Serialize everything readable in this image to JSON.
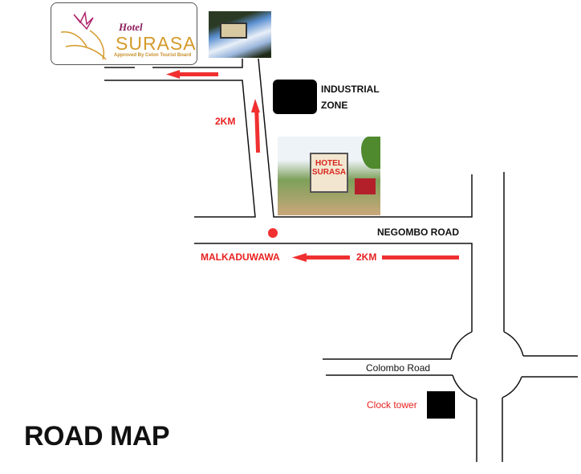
{
  "logo": {
    "hotel": "Hotel",
    "name": "SURASA",
    "tagline": "Approved By Celon Tourist Board"
  },
  "photo_sign_text": "HOTEL SURASA",
  "labels": {
    "industrial_zone_line1": "INDUSTRIAL",
    "industrial_zone_line2": "ZONE",
    "distance_north": "2KM",
    "negombo_road": "NEGOMBO ROAD",
    "malkaduwawa": "MALKADUWAWA",
    "distance_west": "2KM",
    "colombo_road": "Colombo Road",
    "clock_tower": "Clock tower"
  },
  "title": "ROAD MAP",
  "colors": {
    "route": "#f03030",
    "road": "#111111",
    "logo_gold": "#d49a2a",
    "logo_purple": "#8b1a5a"
  }
}
